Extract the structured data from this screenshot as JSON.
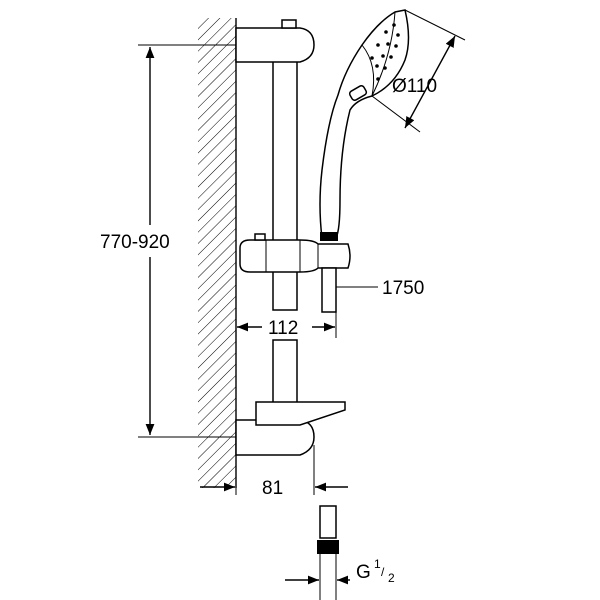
{
  "dimensions": {
    "height_range": "770-920",
    "hand_shower_diameter": "Ø110",
    "hose_length": "1750",
    "holder_projection": "112",
    "wall_bracket_projection": "81",
    "connection_thread": {
      "base": "G",
      "numerator": "1",
      "denominator": "2"
    }
  },
  "colors": {
    "line": "#000000",
    "background": "#ffffff"
  }
}
